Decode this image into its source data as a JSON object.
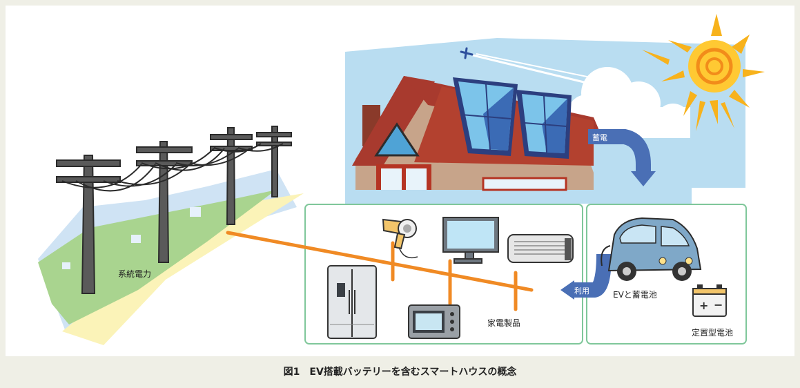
{
  "caption": "図1　EV搭載バッテリーを含むスマートハウスの概念",
  "labels": {
    "grid": "系統電力",
    "appliances": "家電製品",
    "ev_battery": "EVと蓄電池",
    "stationary_battery": "定置型電池",
    "charge": "蓄電",
    "use": "利用"
  },
  "colors": {
    "sky": "#b8dcf0",
    "power_line": "#f08a24",
    "frame_green": "#7fc79a",
    "arrow_blue": "#4a6fb5",
    "sun": "#f7b21c",
    "car": "#7fa8c8"
  },
  "icons": [
    "sun-icon",
    "airplane-icon",
    "cloud-icon",
    "house-icon",
    "solar-panel-icon",
    "utility-pole-icon",
    "hair-dryer-icon",
    "monitor-icon",
    "air-conditioner-icon",
    "refrigerator-icon",
    "microwave-icon",
    "electric-car-icon",
    "battery-icon"
  ]
}
